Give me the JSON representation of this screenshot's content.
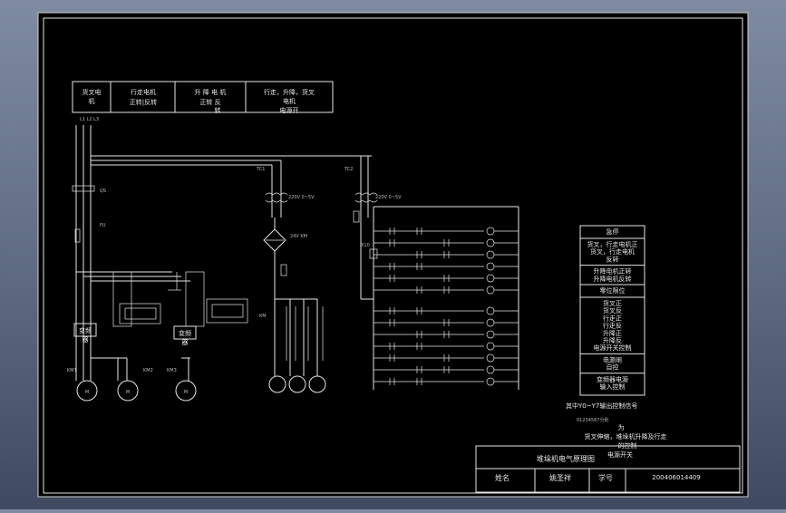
{
  "header": {
    "col1": [
      "货叉电",
      "机"
    ],
    "col2": [
      "行走电机",
      "正转|反转"
    ],
    "col3": [
      "升 降 电 机",
      "正转  反",
      "转"
    ],
    "col4": [
      "行走，升降，货叉",
      "电机",
      "电源开"
    ]
  },
  "inverters": {
    "left": [
      "变频",
      "器"
    ],
    "right": [
      "变频",
      "器"
    ]
  },
  "legend": {
    "items": [
      [
        "急停"
      ],
      [
        "货叉，行走电机正",
        "货叉，行走电机",
        "反转"
      ],
      [
        "升降电机正转",
        "升降电机反转"
      ],
      [
        "零位限位"
      ],
      [
        "货叉正",
        "货叉反",
        "行走正",
        "行走反",
        "升降正",
        "升降反",
        "电源开关控制"
      ],
      [
        "电源闸",
        "自控"
      ],
      [
        "变频器电源",
        "输入控制"
      ]
    ]
  },
  "notes": {
    "line1": "其中Y0~Y7输出控制信号",
    "line2": "01234567分别",
    "line3": "为",
    "line4": "货叉伸缩，堆垛机升降及行走",
    "line5": "的控制",
    "line6": "电源开关"
  },
  "titleblock": {
    "title": "堆垛机电气原理图",
    "name_label": "姓名",
    "name_value": "姚圣祥",
    "id_label": "学号",
    "id_value": "200406014409"
  }
}
